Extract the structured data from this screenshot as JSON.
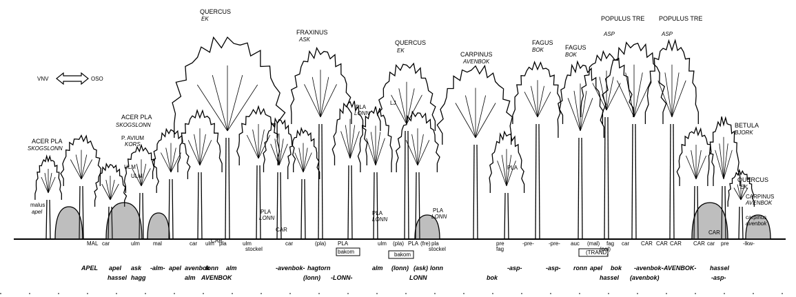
{
  "orientation": {
    "left": "VNV",
    "right": "OSO"
  },
  "species_labels": [
    {
      "latin": "ACER PLA",
      "common": "SKOGSLONN"
    },
    {
      "latin": "ACER PLA",
      "common": "SKOGSLONN"
    },
    {
      "latin": "P. AVIUM",
      "common": "KORS"
    },
    {
      "latin": "QUERCUS",
      "common": "EK"
    },
    {
      "latin": "FRAXINUS",
      "common": "ASK"
    },
    {
      "latin": "QUERCUS",
      "common": "EK"
    },
    {
      "latin": "CARPINUS",
      "common": "AVENBOK"
    },
    {
      "latin": "FAGUS",
      "common": "BOK"
    },
    {
      "latin": "FAGUS",
      "common": "BOK"
    },
    {
      "latin": "POPULUS TRE",
      "common": "ASP"
    },
    {
      "latin": "POPULUS TRE",
      "common": "ASP"
    },
    {
      "latin": "BETULA",
      "common": "BJORK"
    },
    {
      "latin": "QUERCUS",
      "common": "EK"
    },
    {
      "latin": "CARPINUS",
      "common": "AVENBOK"
    }
  ],
  "small_labels": [
    "malus",
    "apel",
    "ULM",
    "ULM",
    "PLA",
    "LONN",
    "PLA",
    "LONN",
    "PLA",
    "LONN",
    "PLA",
    "LONN",
    "PLA",
    "CAR",
    "CAR",
    "CAR",
    "carpinus",
    "avenbok",
    "LJ"
  ],
  "ground_labels": [
    "MAL",
    "car",
    "ulm",
    "mal",
    "car",
    "ulm",
    "pla",
    "ulm",
    "stockel",
    "car",
    "(pla)",
    "PLA",
    "bakom",
    "ulm",
    "(pla)",
    "PLA",
    "(fre)",
    "pla",
    "bakom",
    "stockel",
    "pre",
    "fag",
    "-pre-",
    "-pre-",
    "auc",
    "(mal)",
    "fag",
    "car",
    "(pal)",
    "CAR",
    "CAR",
    "CAR",
    "CAR",
    "car",
    "pre",
    "-lkw-",
    "(TRAND)"
  ],
  "bottom_row1": [
    "APEL",
    "apel",
    "ask",
    "-alm-",
    "apel",
    "avenbok",
    "lonn",
    "alm",
    "-avenbok-",
    "hagtorn",
    "alm",
    "(lonn)",
    "(ask)",
    "lonn",
    "-asp-",
    "-asp-",
    "ronn",
    "apel",
    "bok",
    "-avenbok-",
    "-AVENBOK-",
    "hassel"
  ],
  "bottom_row2": [
    "hassel",
    "hagg",
    "alm",
    "AVENBOK",
    "(lonn)",
    "-LONN-",
    "LONN",
    "bok",
    "hassel",
    "(avenbok)",
    "-asp-"
  ]
}
